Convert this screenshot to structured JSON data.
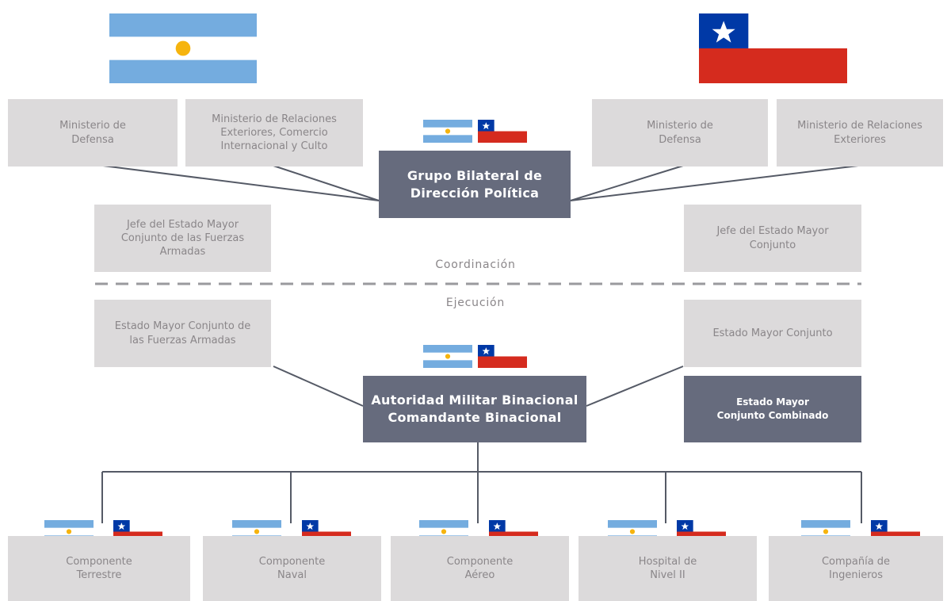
{
  "header_flags": {
    "left": "flag-argentina-icon",
    "right": "flag-chile-icon"
  },
  "ministries": {
    "arg_defense": "Ministerio de\nDefensa",
    "arg_foreign": "Ministerio de Relaciones\nExteriores, Comercio\nInternacional y Culto",
    "chl_defense": "Ministerio de\nDefensa",
    "chl_foreign": "Ministerio de Relaciones\nExteriores"
  },
  "central": {
    "group": "Grupo Bilateral de\nDirección Política",
    "authority": "Autoridad Militar Binacional\nComandante Binacional"
  },
  "chiefs": {
    "arg": "Jefe del Estado Mayor\nConjunto de las Fuerzas\nArmadas",
    "chl": "Jefe del Estado Mayor\nConjunto"
  },
  "divider": {
    "above": "Coordinación",
    "below": "Ejecución"
  },
  "staff": {
    "arg": "Estado Mayor Conjunto de\nlas Fuerzas Armadas",
    "chl": "Estado Mayor Conjunto",
    "combined": "Estado Mayor\nConjunto Combinado"
  },
  "components": [
    "Componente\nTerrestre",
    "Componente\nNaval",
    "Componente\nAéreo",
    "Hospital de\nNivel II",
    "Compañía de\nIngenieros"
  ],
  "colors": {
    "box_light": "#dcdadb",
    "box_dark": "#666b7d",
    "argentina_blue": "#74acdf",
    "argentina_sun": "#f6b40e",
    "chile_blue": "#0039a6",
    "chile_red": "#d52b1e"
  }
}
